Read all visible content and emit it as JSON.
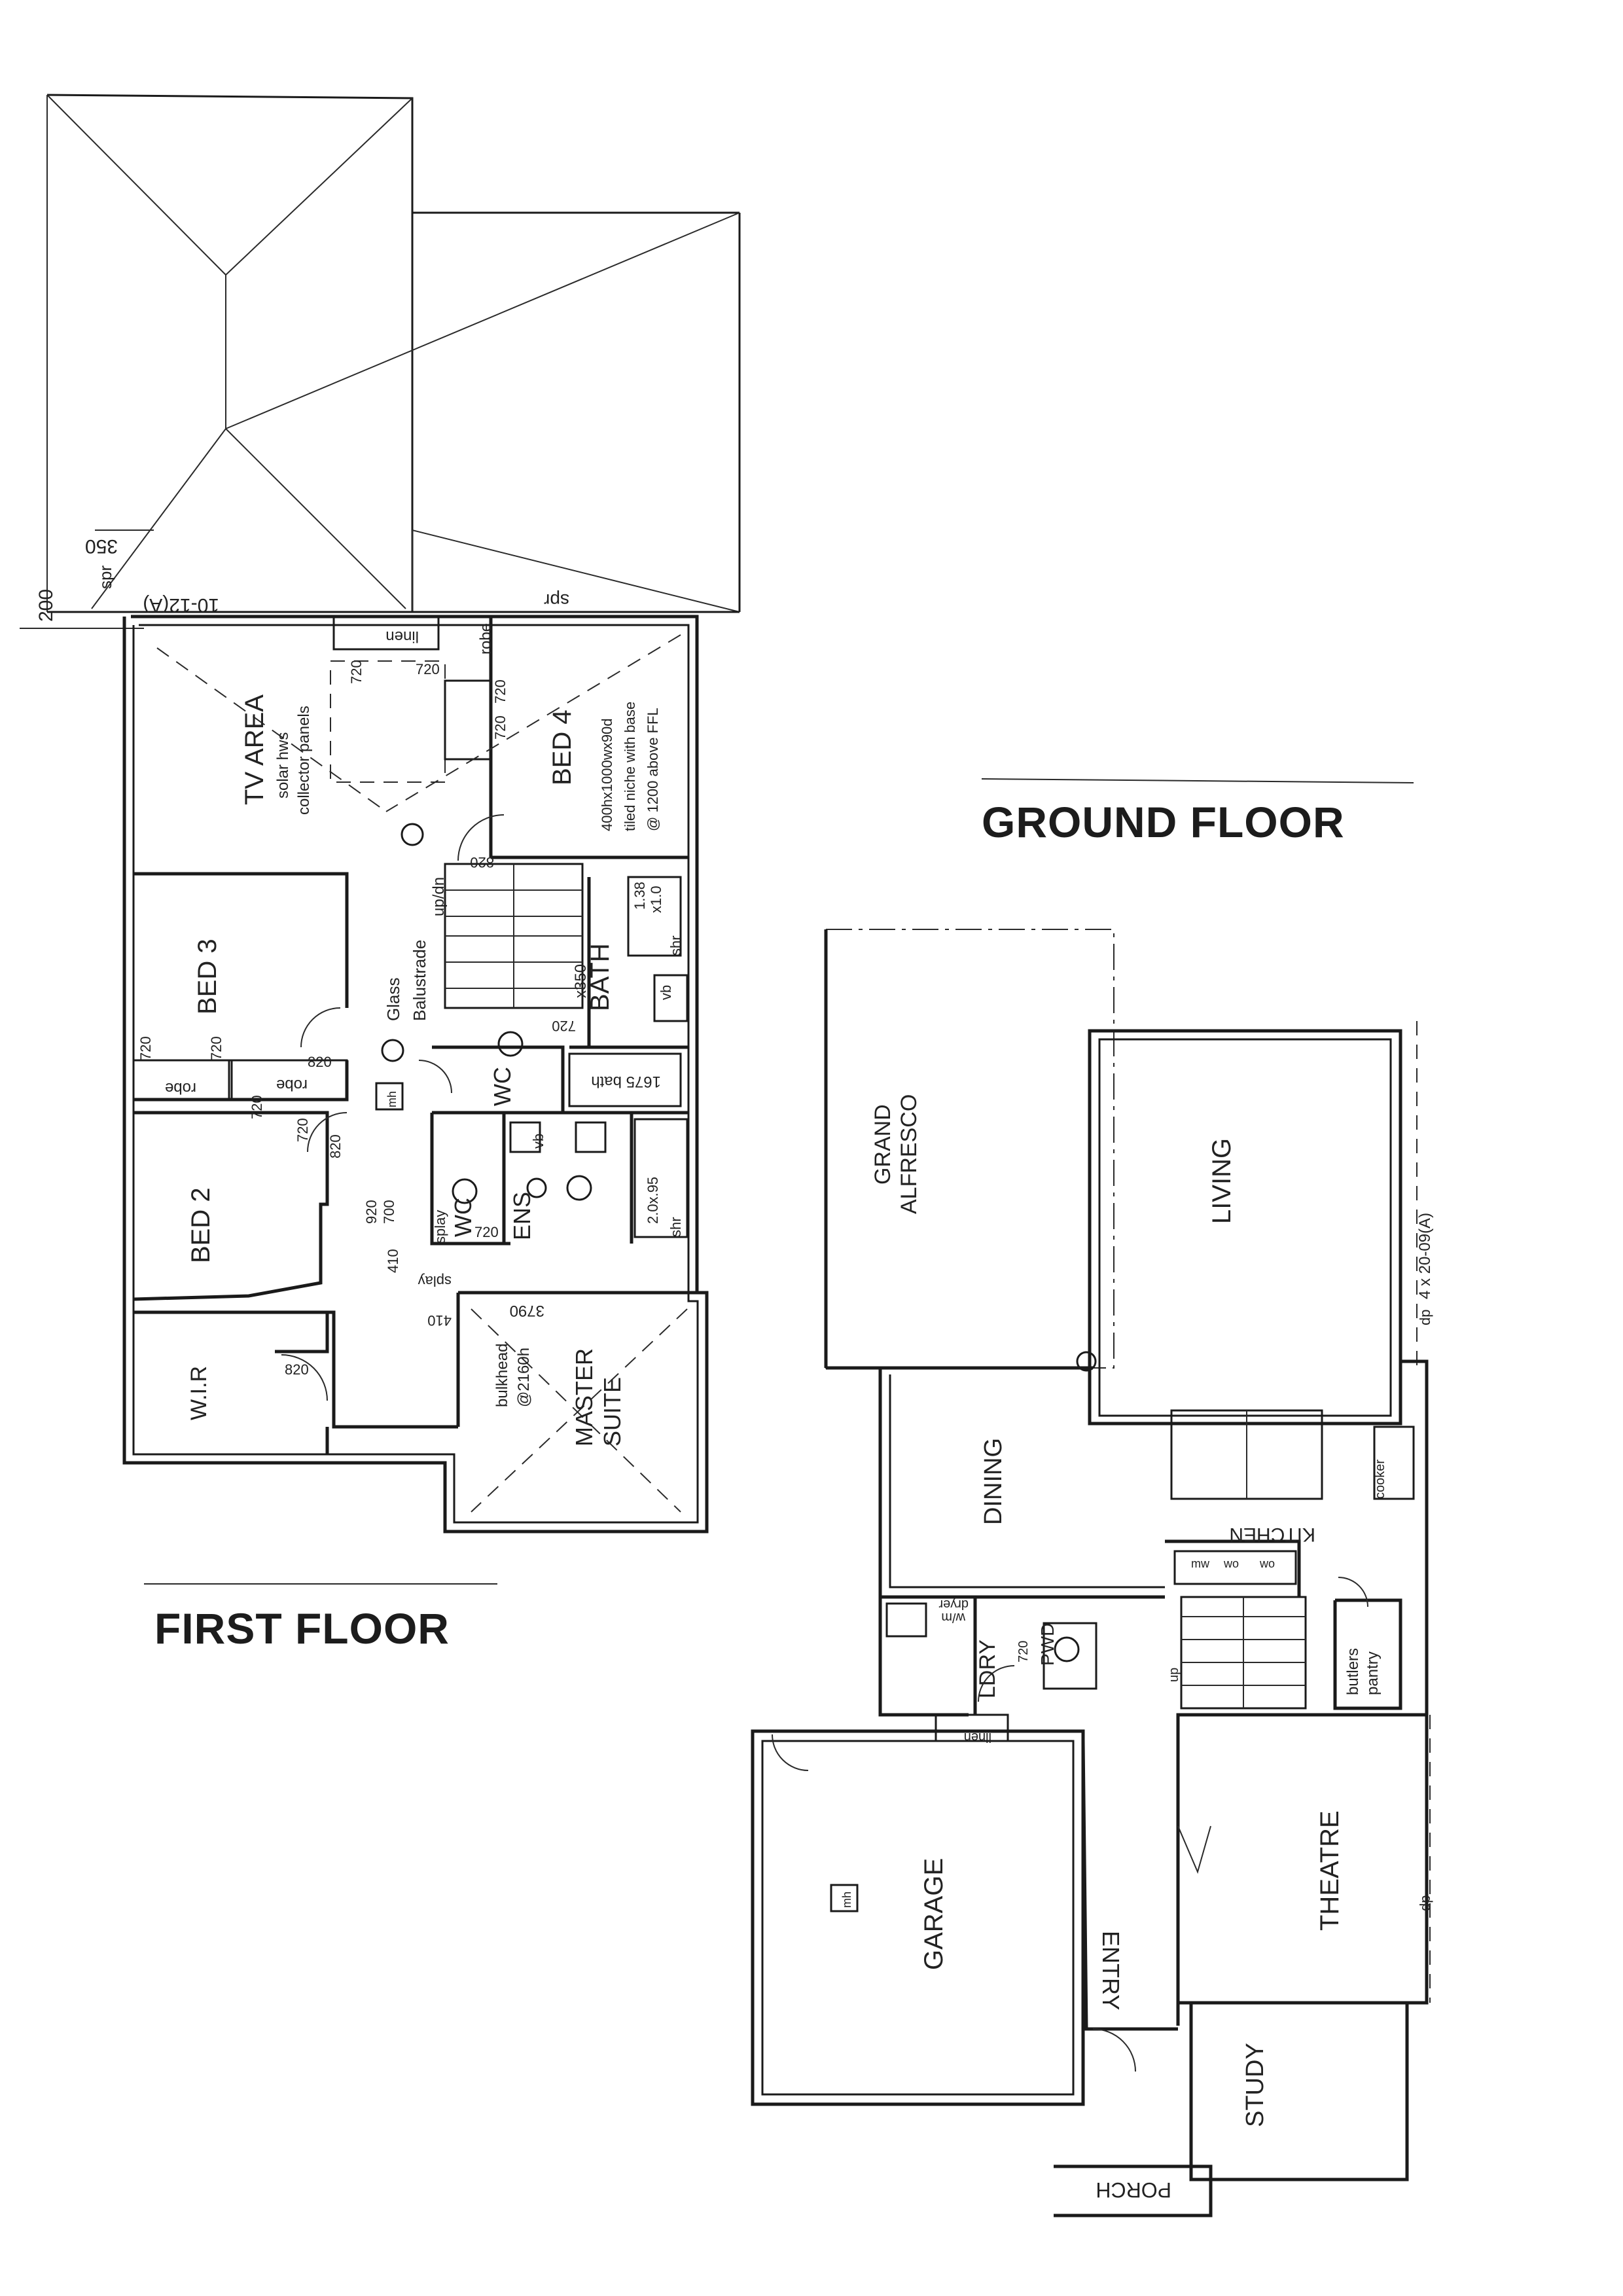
{
  "headings": {
    "ground_floor": "GROUND FLOOR",
    "first_floor": "FIRST FLOOR"
  },
  "first_floor": {
    "rooms": {
      "tv_area": "TV AREA",
      "bed4": "BED 4",
      "bed3": "BED 3",
      "bed2": "BED 2",
      "bath": "BATH",
      "wc1": "WC",
      "wc2": "WC",
      "ens": "ENS",
      "wir": "W.I.R",
      "master1": "MASTER",
      "master2": "SUITE"
    },
    "notes": {
      "solar1": "solar hws",
      "solar2": "collector panels",
      "niche1": "400hx1000wx90d",
      "niche2": "tiled niche with base",
      "niche3": "@ 1200 above FFL",
      "glass1": "Glass",
      "glass2": "Balustrade",
      "updn": "up/dn",
      "bulkhead1": "bulkhead",
      "bulkhead2": "@2160h",
      "linen": "linen",
      "robe_bed4": "robe",
      "robe_bed3": "robe",
      "robe_bed2": "robe",
      "vb_bath": "vb",
      "vb_ens": "vb",
      "shr_bath": "shr",
      "shr_ens": "shr",
      "bath_size": "1675 bath",
      "shr_dims_bath": "1.38",
      "shr_dims_bath2": "x1.0",
      "shr_dims_ens": "2.0x.95",
      "mh": "mh",
      "roof_ref": "10-12(A)",
      "spr": "spr",
      "spr2": "spr",
      "splay1": "splay",
      "splay2": "splay",
      "dim_200": "200",
      "dim_350": "350",
      "dim_350b": "x350",
      "dim_3790": "3790"
    },
    "door_dims": {
      "d1": "720",
      "d2": "720",
      "d3": "820",
      "d4": "720",
      "d5": "720",
      "d6": "820",
      "d7": "720",
      "d8": "720",
      "d9": "720",
      "d10": "820",
      "d11": "720",
      "d12": "920",
      "d13": "700",
      "d14": "410",
      "d15": "410",
      "d16": "720",
      "d17": "720",
      "d18": "820"
    }
  },
  "ground_floor": {
    "rooms": {
      "grand1": "GRAND",
      "grand2": "ALFRESCO",
      "living": "LIVING",
      "dining": "DINING",
      "kitchen": "KITCHEN",
      "ldry": "LDRY",
      "garage": "GARAGE",
      "entry": "ENTRY",
      "theatre": "THEATRE",
      "study": "STUDY",
      "porch": "PORCH"
    },
    "notes": {
      "butlers1": "butlers",
      "butlers2": "pantry",
      "cooker": "cooker",
      "mw": "mw",
      "wo1": "wo",
      "wo2": "wo",
      "wm": "w/m",
      "dryer": "dryer",
      "linen": "linen",
      "pwd": "PWD",
      "mh": "mh",
      "up": "up",
      "dp": "dp",
      "roof_ref": "4 x 20-09(A)",
      "d720": "720"
    }
  }
}
